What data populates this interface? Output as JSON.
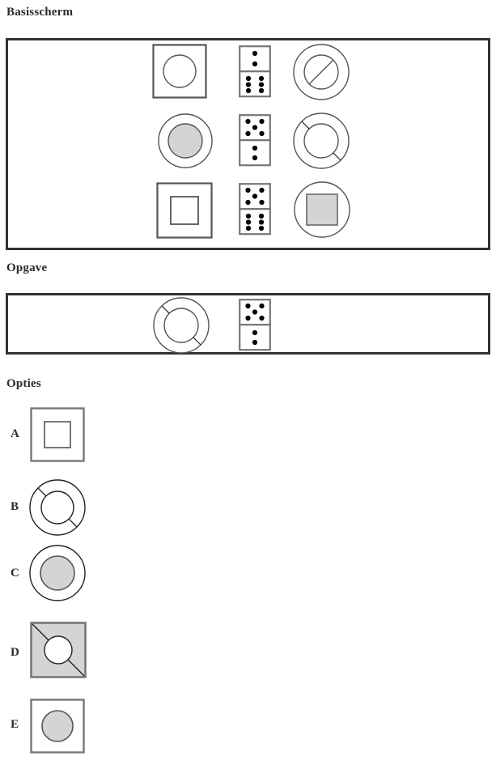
{
  "headings": {
    "base": "Basisscherm",
    "task": "Opgave",
    "options": "Opties"
  },
  "colors": {
    "panel_border": "#323232",
    "shape_stroke": "#555555",
    "dark_stroke": "#1a1a1a",
    "gray_fill": "#d4d4d4",
    "white_fill": "#ffffff",
    "text": "#2b2b2b"
  },
  "base_matrix": {
    "rows": [
      {
        "row_index": 1,
        "cells": [
          {
            "name": "square-with-circle",
            "type": "square-outer-circle-inner",
            "outer": "square",
            "inner": "circle",
            "inner_fill": "white",
            "diagonal": "none"
          },
          {
            "name": "domino-2-6",
            "type": "domino",
            "top_pips": 2,
            "bottom_pips": 6
          },
          {
            "name": "circle-with-circle-full-diagonal",
            "type": "circle-outer-circle-inner",
            "outer": "circle",
            "inner": "circle",
            "inner_fill": "white",
            "diagonal": "inner-only"
          }
        ]
      },
      {
        "row_index": 2,
        "cells": [
          {
            "name": "circle-with-gray-circle",
            "type": "circle-outer-circle-inner",
            "outer": "circle",
            "inner": "circle",
            "inner_fill": "gray",
            "diagonal": "none"
          },
          {
            "name": "domino-5-2",
            "type": "domino",
            "top_pips": 5,
            "bottom_pips": 2
          },
          {
            "name": "circle-with-circle-ring-diagonal",
            "type": "circle-outer-circle-inner",
            "outer": "circle",
            "inner": "circle",
            "inner_fill": "white",
            "diagonal": "ring-only"
          }
        ]
      },
      {
        "row_index": 3,
        "cells": [
          {
            "name": "square-with-square",
            "type": "square-outer-square-inner",
            "outer": "square",
            "inner": "square",
            "inner_fill": "white",
            "diagonal": "none"
          },
          {
            "name": "domino-5-6",
            "type": "domino",
            "top_pips": 5,
            "bottom_pips": 6
          },
          {
            "name": "circle-with-gray-square",
            "type": "circle-outer-square-inner",
            "outer": "circle",
            "inner": "square",
            "inner_fill": "gray",
            "diagonal": "none"
          }
        ]
      }
    ]
  },
  "task_row": {
    "cells": [
      {
        "name": "circle-with-circle-ring-diagonal",
        "type": "circle-outer-circle-inner",
        "outer": "circle",
        "inner": "circle",
        "inner_fill": "white",
        "diagonal": "ring-only"
      },
      {
        "name": "domino-5-2",
        "type": "domino",
        "top_pips": 5,
        "bottom_pips": 2
      }
    ]
  },
  "options": [
    {
      "label": "A",
      "name": "option-a-square-with-square",
      "type": "square-outer-square-inner",
      "outer": "square",
      "outer_fill": "white",
      "inner": "square",
      "inner_fill": "white",
      "diagonal": "none"
    },
    {
      "label": "B",
      "name": "option-b-circle-with-circle-ring-diagonal",
      "type": "circle-outer-circle-inner",
      "outer": "circle",
      "outer_fill": "white",
      "inner": "circle",
      "inner_fill": "white",
      "diagonal": "ring-only"
    },
    {
      "label": "C",
      "name": "option-c-circle-with-gray-circle",
      "type": "circle-outer-circle-inner",
      "outer": "circle",
      "outer_fill": "white",
      "inner": "circle",
      "inner_fill": "gray",
      "diagonal": "none"
    },
    {
      "label": "D",
      "name": "option-d-gray-square-white-circle-diagonal",
      "type": "square-outer-circle-inner",
      "outer": "square",
      "outer_fill": "gray",
      "inner": "circle",
      "inner_fill": "white",
      "diagonal": "full"
    },
    {
      "label": "E",
      "name": "option-e-square-with-gray-circle",
      "type": "square-outer-circle-inner",
      "outer": "square",
      "outer_fill": "white",
      "inner": "circle",
      "inner_fill": "gray",
      "diagonal": "none"
    }
  ]
}
